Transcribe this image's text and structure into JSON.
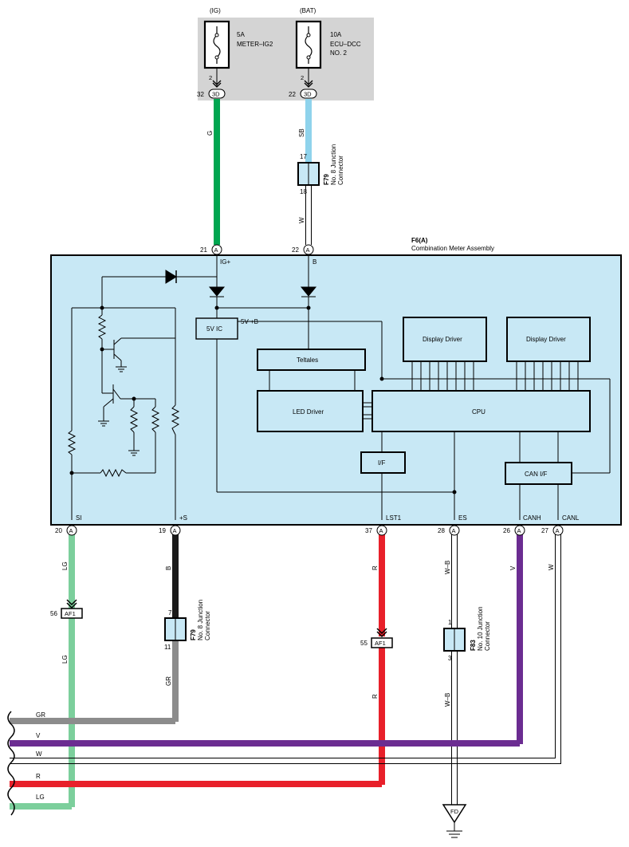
{
  "colors": {
    "fuse_panel_bg": "#d4d4d4",
    "meter_bg": "#c8e8f5",
    "wire_G": "#00a650",
    "wire_SB": "#8fd3ec",
    "wire_LG": "#7ccf9c",
    "wire_B": "#1a1a1a",
    "wire_R": "#e8202a",
    "wire_V": "#6b2c91",
    "wire_GR": "#8c8c8c",
    "wire_W": "#ffffff",
    "wire_WB": "#ffffff"
  },
  "fuses": {
    "ig": {
      "source": "(IG)",
      "rating": "5A",
      "name": "METER–IG2",
      "pin": "2",
      "conn_pin": "32",
      "conn": "3D"
    },
    "bat": {
      "source": "(BAT)",
      "rating": "10A",
      "name_line1": "ECU–DCC",
      "name_line2": "NO. 2",
      "pin": "2",
      "conn_pin": "22",
      "conn": "3D"
    }
  },
  "junction_f79_top": {
    "pin_in": "17",
    "pin_out": "18",
    "id": "F79",
    "line1": "No. 8 Junction",
    "line2": "Connector"
  },
  "junction_f79_bot": {
    "pin_in": "7",
    "pin_out": "11",
    "id": "F79",
    "line1": "No. 8 Junction",
    "line2": "Connector"
  },
  "junction_f83": {
    "pin_in": "1",
    "pin_out": "3",
    "id": "F83",
    "line1": "No. 10 Junction",
    "line2": "Connector"
  },
  "meter": {
    "id": "F6(A)",
    "name": "Combination Meter Assembly",
    "top_pins": [
      {
        "num": "21",
        "conn": "A",
        "label": "IG+"
      },
      {
        "num": "22",
        "conn": "A",
        "label": "B"
      }
    ],
    "bottom_pins": [
      {
        "num": "20",
        "conn": "A",
        "label": "SI"
      },
      {
        "num": "19",
        "conn": "A",
        "label": "+S"
      },
      {
        "num": "37",
        "conn": "A",
        "label": "LST1"
      },
      {
        "num": "28",
        "conn": "A",
        "label": "ES"
      },
      {
        "num": "26",
        "conn": "A",
        "label": "CANH"
      },
      {
        "num": "27",
        "conn": "A",
        "label": "CANL"
      }
    ],
    "blocks": {
      "ic": "5V IC",
      "vb": "5V +B",
      "teltales": "Teltales",
      "led_driver": "LED Driver",
      "cpu": "CPU",
      "display1": "Display Driver",
      "display2": "Display Driver",
      "if": "I/F",
      "can_if": "CAN I/F"
    }
  },
  "wire_labels": {
    "g": "G",
    "sb": "SB",
    "w_top": "W",
    "lg1": "LG",
    "lg2": "LG",
    "b": "B",
    "gr": "GR",
    "r1": "R",
    "r2": "R",
    "wb1": "W–B",
    "wb2": "W–B",
    "v": "V",
    "w": "W"
  },
  "af1_left": {
    "pin": "56",
    "conn": "AF1"
  },
  "af1_right": {
    "pin": "55",
    "conn": "AF1"
  },
  "left_bus": [
    "GR",
    "V",
    "W",
    "R",
    "LG"
  ],
  "ground": "FD"
}
